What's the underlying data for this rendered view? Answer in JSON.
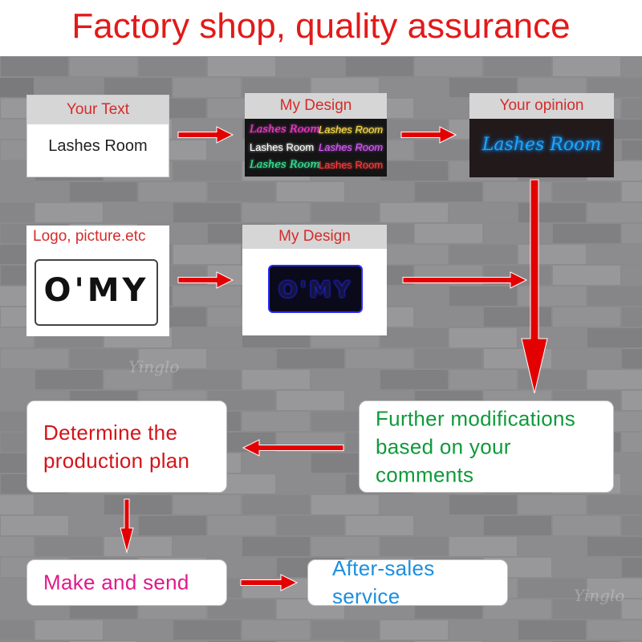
{
  "title": "Factory shop, quality assurance",
  "colors": {
    "title": "#e21a1a",
    "arrow": "#e30000",
    "wall": "#8b8b8e",
    "card_header_bg": "#d6d6d6",
    "card_header_text": "#d62b2b"
  },
  "your_text_card": {
    "header": "Your Text",
    "text": "Lashes Room"
  },
  "my_design_card_1": {
    "header": "My  Design",
    "samples": [
      {
        "text": "Lashes Room",
        "color": "#ff3fd6"
      },
      {
        "text": "Lashes Room",
        "color": "#ffe14d"
      },
      {
        "text": "Lashes Room",
        "color": "#ffffff"
      },
      {
        "text": "Lashes Room",
        "color": "#d95cff"
      },
      {
        "text": "Lashes Room",
        "color": "#38f5a0"
      },
      {
        "text": "Lashes Room",
        "color": "#ff3b3b"
      }
    ]
  },
  "opinion_card": {
    "header": "Your opinion",
    "text": "Lashes Room",
    "neon_color": "#1aa6ff"
  },
  "logo_card": {
    "header": "Logo, picture.etc",
    "logo_text": "O'MY"
  },
  "my_design_card_2": {
    "header": "My  Design",
    "logo_text": "O'MY",
    "neon_color": "#2a2aff"
  },
  "steps": {
    "further": {
      "line1": "Further modifications",
      "line2": "based on your  comments",
      "color": "#0f9a3a"
    },
    "determine": {
      "line1": "Determine the",
      "line2": "production plan",
      "color": "#d4141a"
    },
    "make": {
      "text": "Make and send",
      "color": "#e0198c"
    },
    "aftersales": {
      "text": "After-sales service",
      "color": "#1b8fe0"
    }
  },
  "watermark": "Yinglo"
}
